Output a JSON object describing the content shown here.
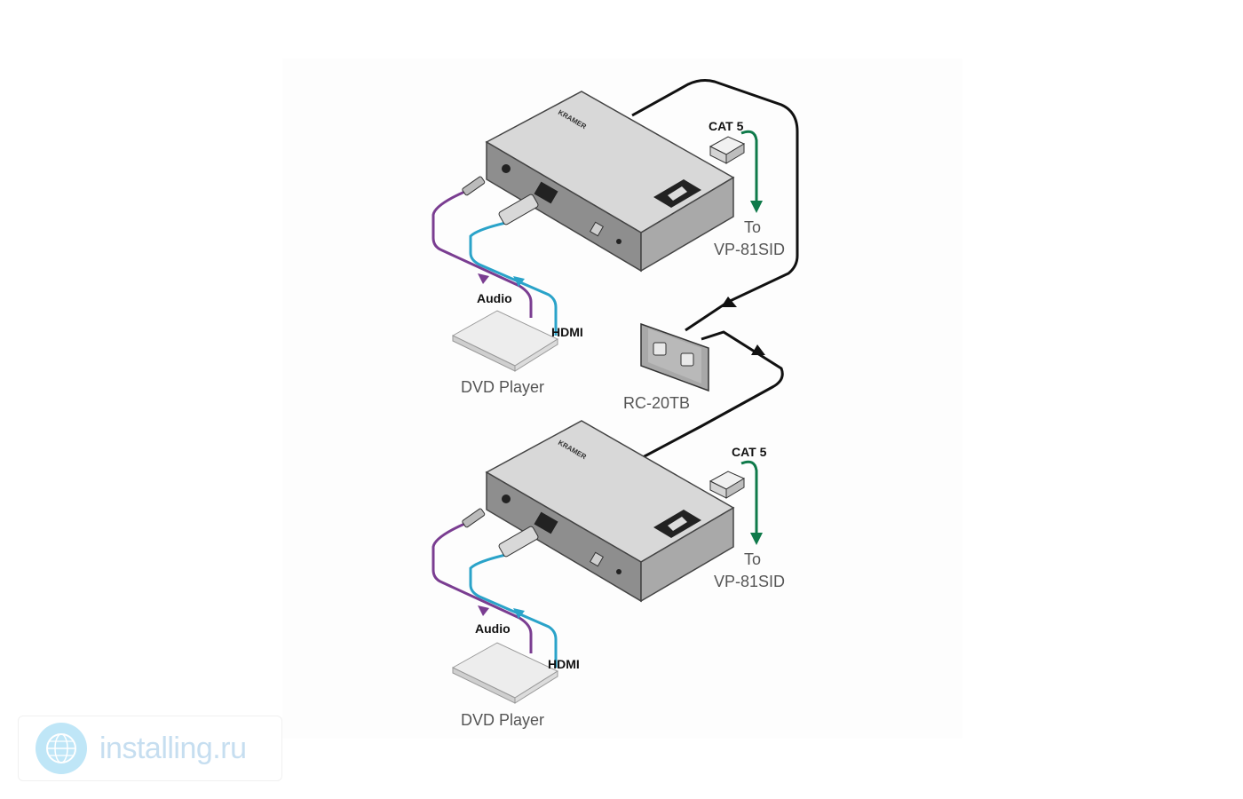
{
  "diagram": {
    "top": {
      "cat5_label": "CAT 5",
      "to_label": "To",
      "target_label": "VP-81SID",
      "audio_label": "Audio",
      "hdmi_label": "HDMI",
      "dvd_label": "DVD Player"
    },
    "remote": {
      "label": "RC-20TB"
    },
    "bottom": {
      "cat5_label": "CAT 5",
      "to_label": "To",
      "target_label": "VP-81SID",
      "audio_label": "Audio",
      "hdmi_label": "HDMI",
      "dvd_label": "DVD Player"
    },
    "colors": {
      "audio_cable": "#7a3d91",
      "hdmi_cable": "#2aa3c9",
      "cat5_arrow": "#0f7a4a",
      "control_cable": "#111111"
    }
  },
  "watermark": {
    "text": "installing.ru",
    "icon": "globe-icon"
  }
}
